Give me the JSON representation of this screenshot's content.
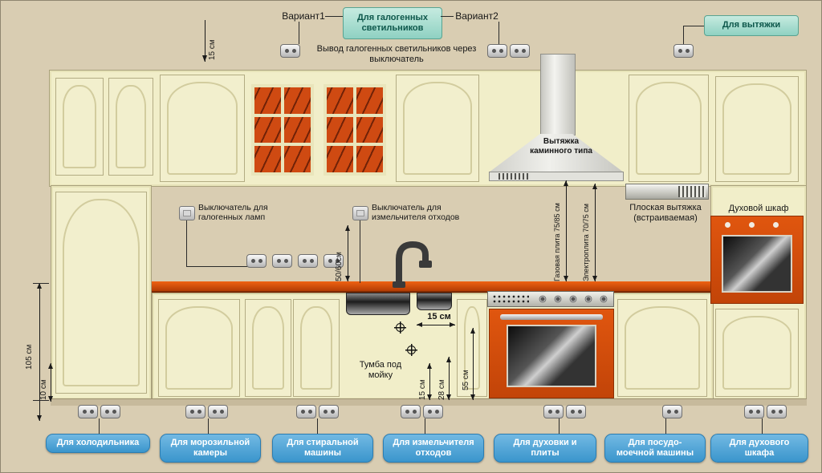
{
  "colors": {
    "background": "#d9cdb2",
    "cabinet": "#f1eec9",
    "accent_orange": "#d94f10",
    "teal_box": "#a9ded2",
    "blue_label": "#3f9cd2"
  },
  "top": {
    "variant1_label": "Вариант1",
    "variant2_label": "Вариант2",
    "halogen_box_label": "Для галогенных светильников",
    "hood_box_label": "Для вытяжки",
    "halogen_note": "Вывод галогенных светильников через выключатель",
    "ceiling_gap_dim": "15 см"
  },
  "wall": {
    "halogen_switch_label": "Выключатель для галогенных ламп",
    "disposer_switch_label": "Выключатель для измельчителя отходов",
    "backsplash_dim": "50/60см",
    "chimney_hood_label": "Вытяжка каминного типа",
    "flat_hood_label": "Плоская вытяжка (встраиваемая)",
    "oven_cabinet_label": "Духовой шкаф",
    "gas_stove_dim": "Газовая плита 75/85 см",
    "electric_stove_dim": "Электроплита 70/75 см"
  },
  "base": {
    "sink_cabinet_label": "Тумба под мойку",
    "sink_offset_dim": "15 см",
    "dim_15": "15 см",
    "dim_28": "28 см",
    "dim_55": "55 см",
    "dim_105": "105 см",
    "dim_10": "10 см"
  },
  "legend": [
    "Для холодильника",
    "Для морозильной камеры",
    "Для стиральной машины",
    "Для измельчителя отходов",
    "Для духовки и плиты",
    "Для посудо-моечной машины",
    "Для духового шкафа"
  ]
}
